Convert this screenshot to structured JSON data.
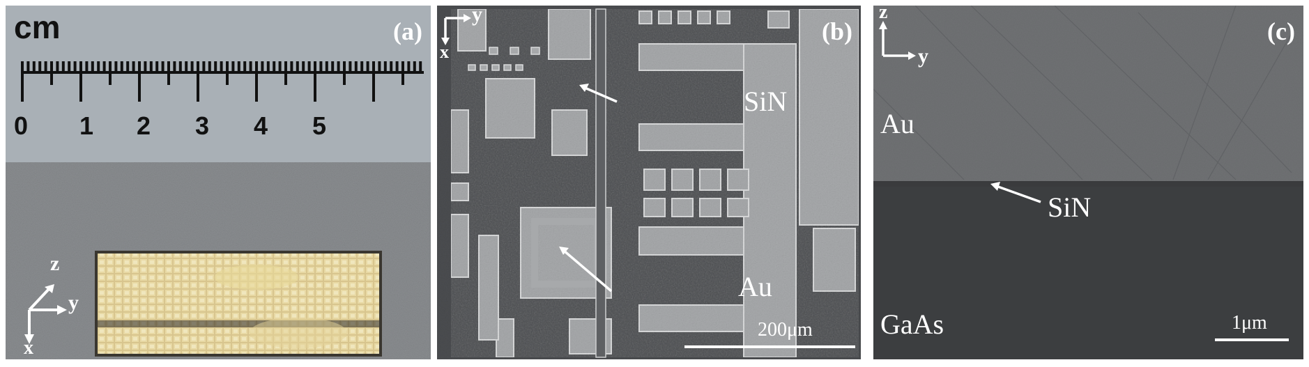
{
  "panels": {
    "a": {
      "label": "(a)",
      "ruler_unit": "cm",
      "ruler_numbers": [
        "0",
        "1",
        "2",
        "3",
        "4",
        "5"
      ],
      "axes": {
        "z": "z",
        "y": "y",
        "x": "x"
      }
    },
    "b": {
      "label": "(b)",
      "axes": {
        "y": "y",
        "x": "x"
      },
      "annotations": {
        "sin": "SiN",
        "au": "Au"
      },
      "scale_bar": "200μm"
    },
    "c": {
      "label": "(c)",
      "axes": {
        "z": "z",
        "y": "y"
      },
      "layers": {
        "au": "Au",
        "sin": "SiN",
        "gaas": "GaAs"
      },
      "scale_bar": "1μm"
    }
  }
}
